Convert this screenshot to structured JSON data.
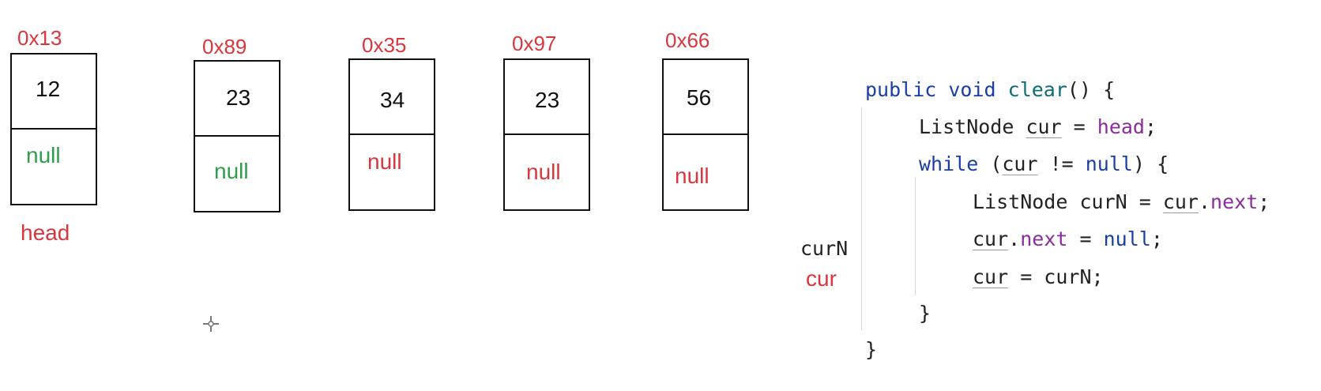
{
  "colors": {
    "address": "#d9363e",
    "head_label": "#d9363e",
    "null_green": "#2e9e4a",
    "null_red": "#d9363e",
    "keyword": "#1a3ea8",
    "method": "#0f6b78",
    "field": "#8a2d9c",
    "plain": "#222222"
  },
  "nodes": [
    {
      "address": "0x13",
      "value": "12",
      "next": "null",
      "next_color": "green"
    },
    {
      "address": "0x89",
      "value": "23",
      "next": "null",
      "next_color": "green"
    },
    {
      "address": "0x35",
      "value": "34",
      "next": "null",
      "next_color": "red"
    },
    {
      "address": "0x97",
      "value": "23",
      "next": "null",
      "next_color": "red"
    },
    {
      "address": "0x66",
      "value": "56",
      "next": "null",
      "next_color": "red"
    }
  ],
  "labels": {
    "head": "head",
    "curN": "curN",
    "cur": "cur"
  },
  "code": {
    "line1": {
      "kw1": "public",
      "kw2": "void",
      "fn": "clear",
      "rest": "() {"
    },
    "line2": {
      "type": "ListNode ",
      "var": "cur",
      "eq": " = ",
      "fld": "head",
      "end": ";"
    },
    "line3": {
      "kw": "while",
      "open": " (",
      "var": "cur",
      "op": " != ",
      "kwnull": "null",
      "end": ") {"
    },
    "line4": {
      "type": "ListNode curN = ",
      "var": "cur",
      "dot": ".",
      "fld": "next",
      "end": ";"
    },
    "line5": {
      "var": "cur",
      "dot": ".",
      "fld": "next",
      "eq": " = ",
      "kwnull": "null",
      "end": ";"
    },
    "line6": {
      "var": "cur",
      "end": " = curN;"
    },
    "line7": "}",
    "line8": "}"
  }
}
